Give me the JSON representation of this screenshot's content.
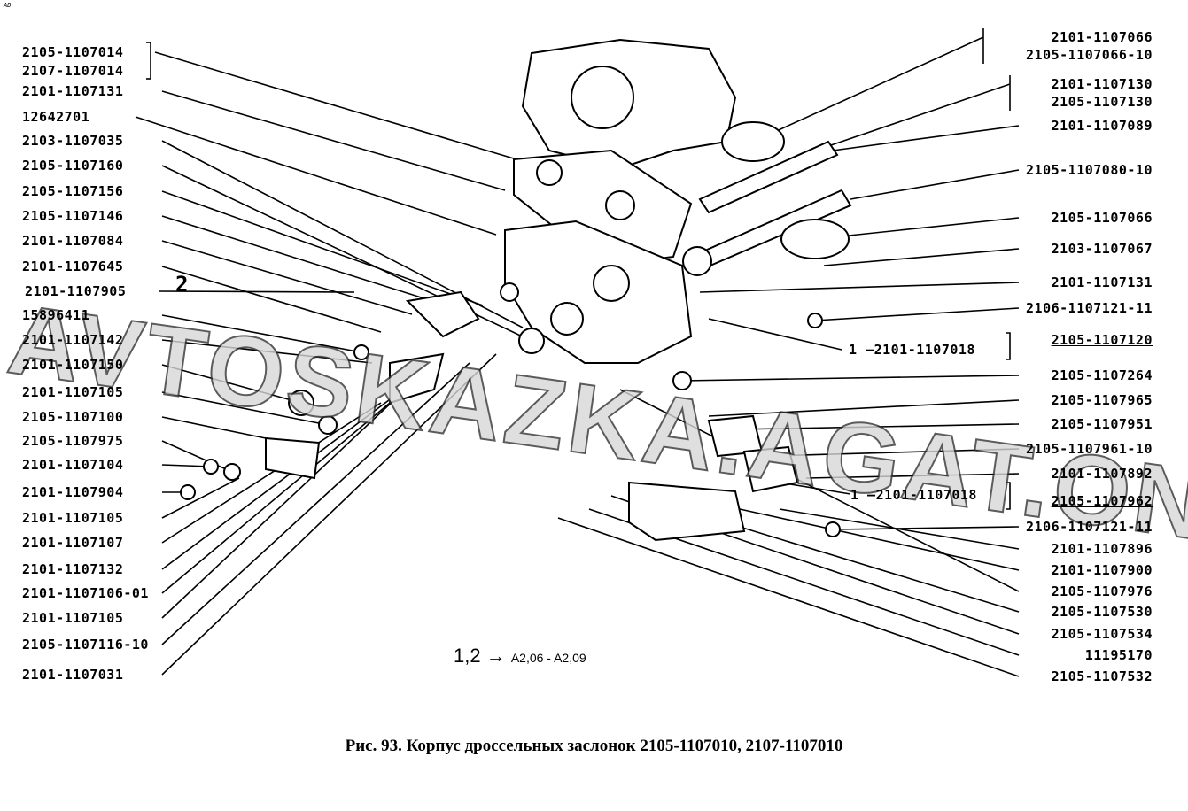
{
  "corner_mark": "AD",
  "watermark": "AVTOSKAZKA.AGAT.ONLINE",
  "left_labels": [
    "2105-1107014",
    "2107-1107014",
    "2101-1107131",
    "12642701",
    "2103-1107035",
    "2105-1107160",
    "2105-1107156",
    "2105-1107146",
    "2101-1107084",
    "2101-1107645",
    "2101-1107905",
    "15896411",
    "2101-1107142",
    "2101-1107150",
    "2101-1107105",
    "2105-1107100",
    "2105-1107975",
    "2101-1107104",
    "2101-1107904",
    "2101-1107105",
    "2101-1107107",
    "2101-1107132",
    "2101-1107106-01",
    "2101-1107105",
    "2105-1107116-10",
    "2101-1107031"
  ],
  "left_marker": "2",
  "right_labels": [
    "2101-1107066",
    "2105-1107066-10",
    "2101-1107130",
    "2105-1107130",
    "2101-1107089",
    "2105-1107080-10",
    "2105-1107066",
    "2103-1107067",
    "2101-1107131",
    "2106-1107121-11",
    "2105-1107120",
    "2105-1107264",
    "2105-1107965",
    "2105-1107951",
    "2105-1107961-10",
    "2101-1107892",
    "2105-1107962",
    "2106-1107121-11",
    "2101-1107896",
    "2101-1107900",
    "2105-1107976",
    "2105-1107530",
    "2105-1107534",
    "11195170",
    "2105-1107532"
  ],
  "inner_labels": [
    "1 —2101-1107018",
    "1 —2101-1107018"
  ],
  "note": {
    "main": "1,2 →",
    "range": "A2,06 - A2,09"
  },
  "caption": "Рис. 93. Корпус дроссельных заслонок 2105-1107010, 2107-1107010"
}
